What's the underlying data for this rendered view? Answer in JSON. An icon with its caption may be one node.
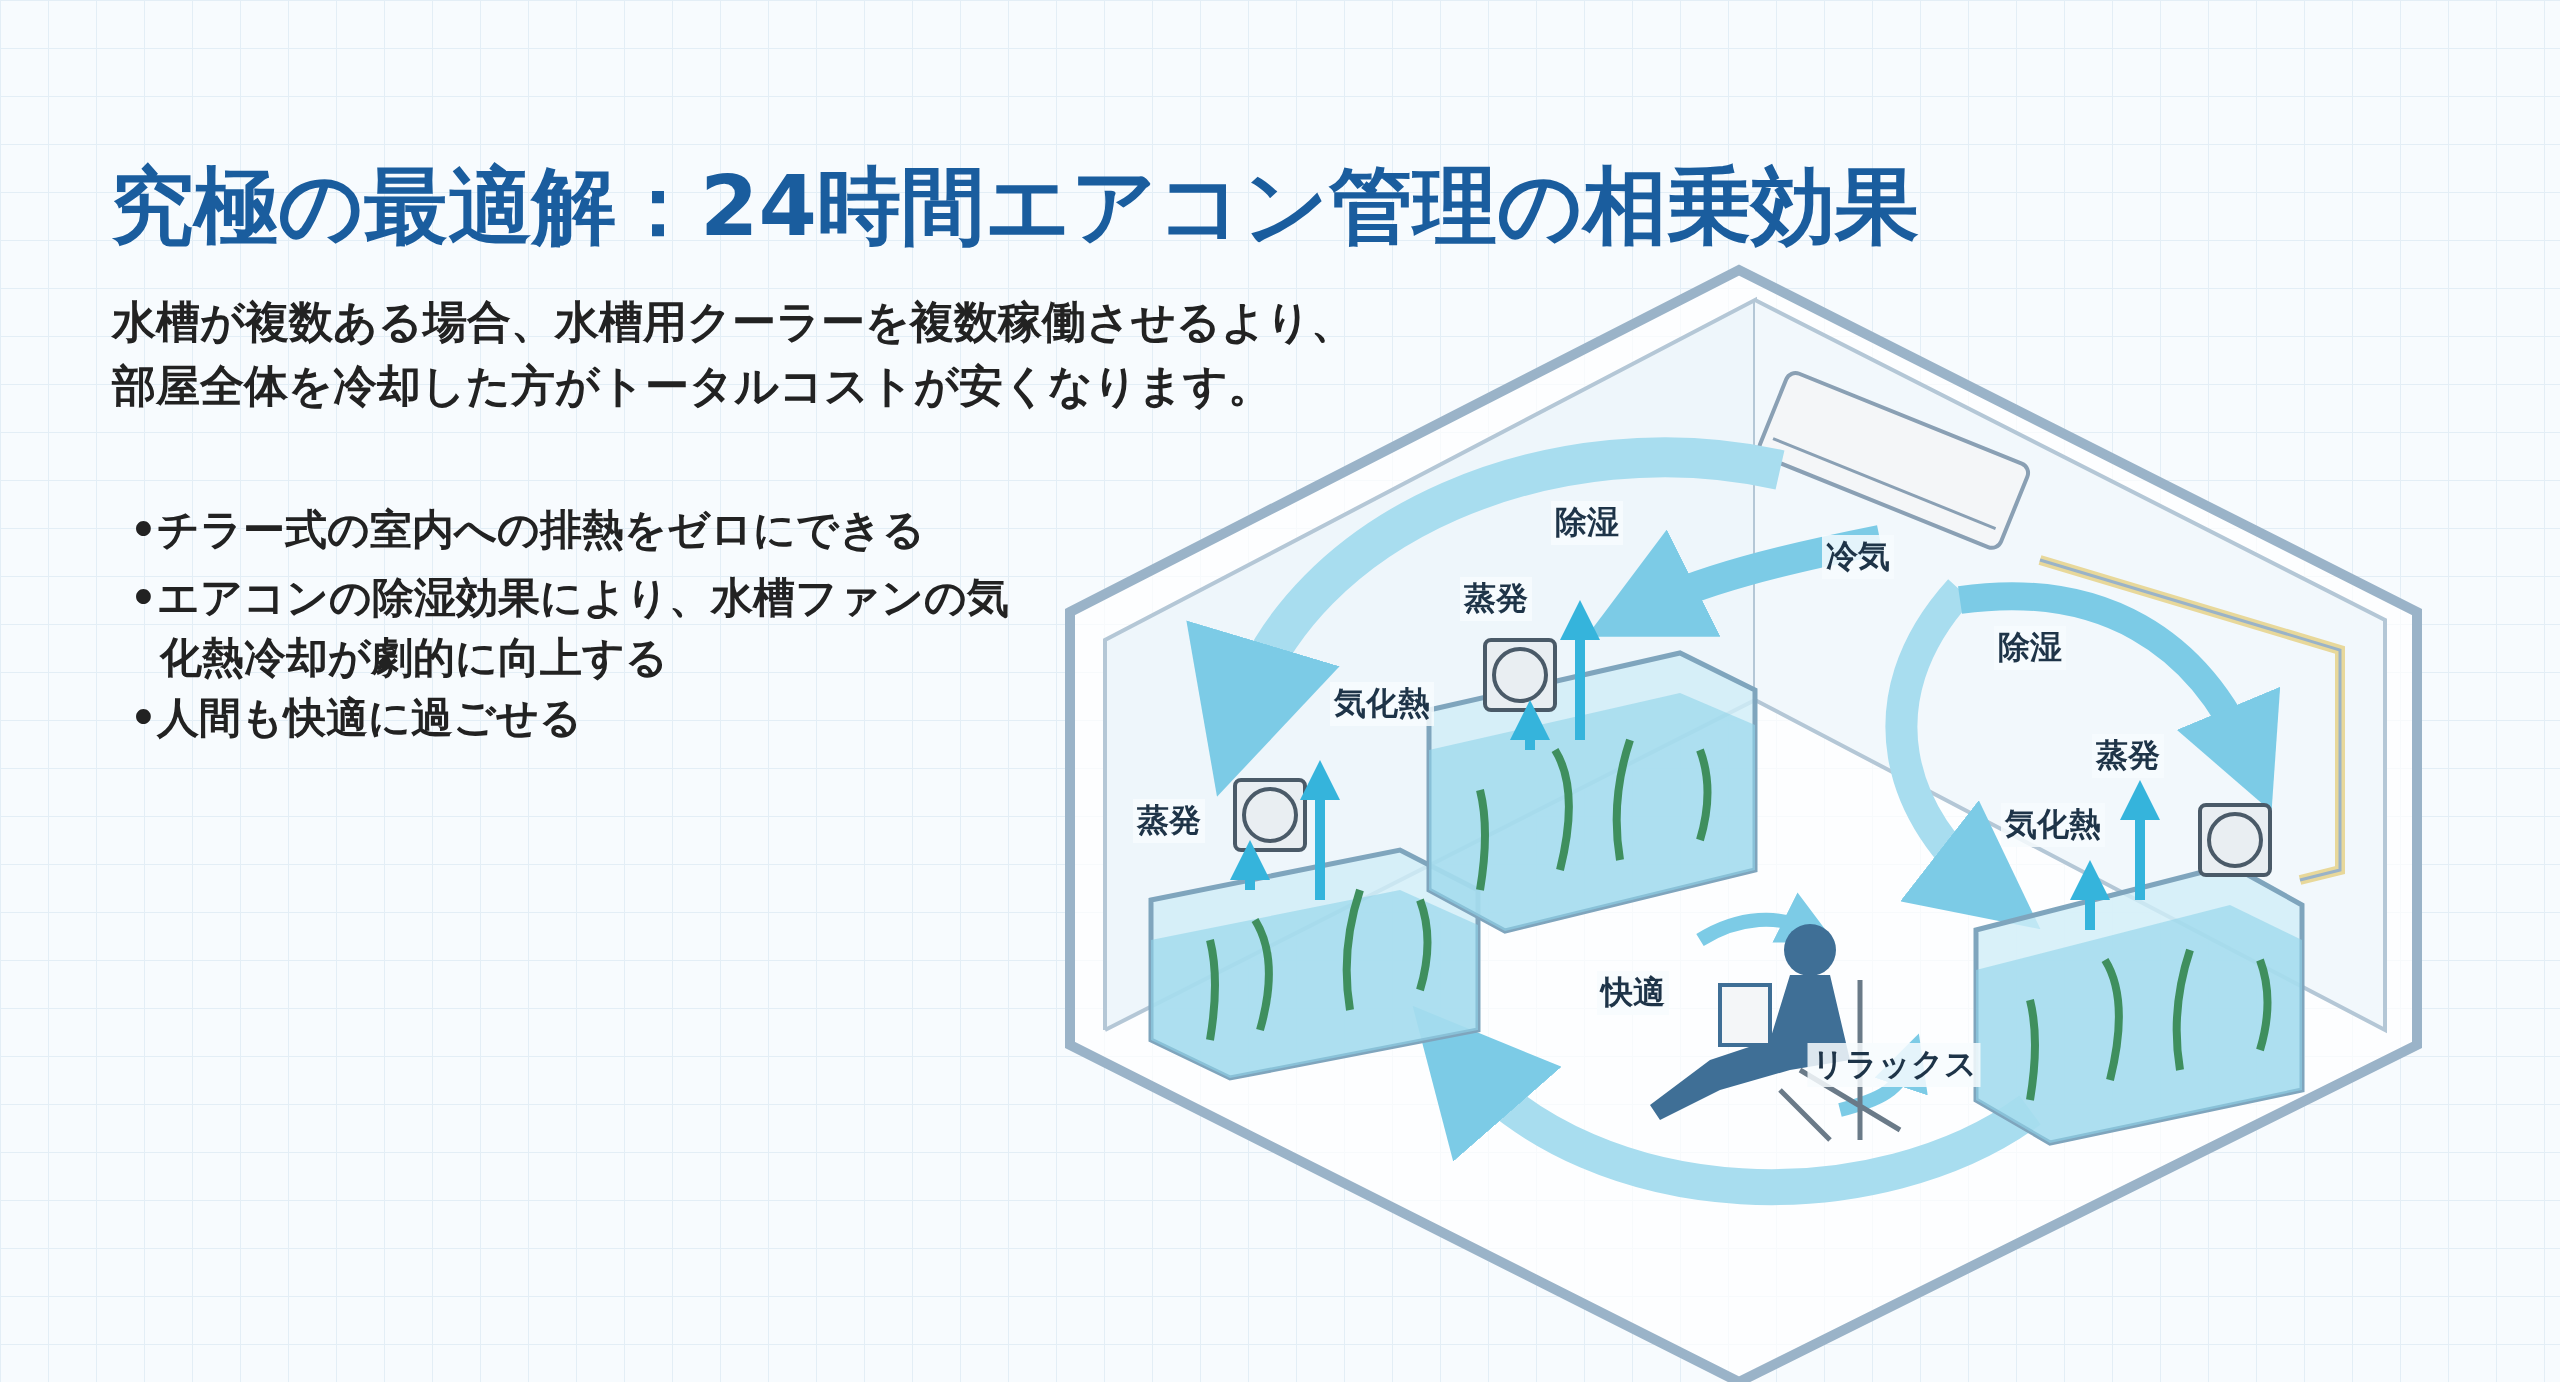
{
  "diagram": {
    "title": "究極の最適解：24時間エアコン管理の相乗効果",
    "labels": [
      "水槽が複数ある場合、水槽用クーラーを複数稼働させるより、部屋全体を冷却した方がトータルコストが安くなります。",
      "•チラー式の室内への排熱をゼロにできる",
      "•エアコンの除湿効果により、水槽ファンの気化熱冷却が劇的に向上する",
      "•人間も快適に過ごせる",
      "除湿",
      "冷気",
      "蒸発",
      "除湿",
      "気化熱",
      "蒸発",
      "蒸発",
      "気化熱",
      "快適",
      "リラックス"
    ]
  }
}
